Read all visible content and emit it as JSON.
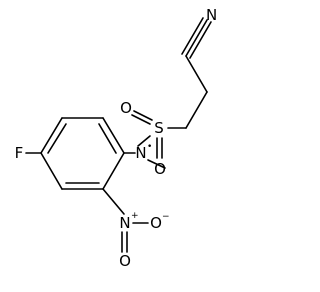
{
  "molecule": {
    "atoms": {
      "nitrile_n": "N",
      "sulfur": "S",
      "sulfonyl_o_left": "O",
      "sulfonyl_o_right": "O",
      "sulfonamide_n": "N",
      "fluorine": "F",
      "nitro_n": "N",
      "nitro_o_bottom": "O",
      "nitro_o_right": "O"
    },
    "charges": {
      "sulfonamide_n_radical": "•",
      "nitro_n_plus": "+",
      "nitro_o_minus": "−"
    }
  }
}
